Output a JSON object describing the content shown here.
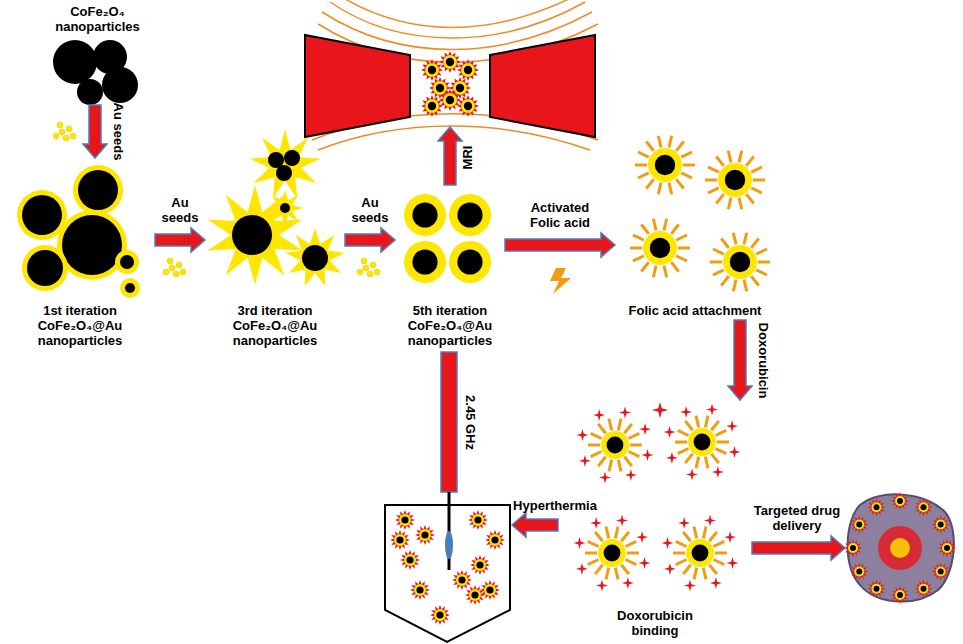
{
  "diagram": {
    "nodes": [
      {
        "text": [
          "CoFe₂O₄ nanoparticles"
        ]
      },
      {
        "text": [
          "1st iteration CoFe₂O₄@Au nanoparticles"
        ]
      },
      {
        "text": [
          "3rd iteration CoFe₂O₄@Au nanoparticles"
        ]
      },
      {
        "text": [
          "5th iteration CoFe₂O₄@Au nanoparticles"
        ]
      },
      {
        "text": [
          "Folic acid attachment"
        ]
      },
      {
        "text": [
          "Doxorubicin binding"
        ]
      }
    ],
    "edges": [
      {
        "from": 0,
        "to": 1,
        "arrow": "to",
        "label": "Au seeds"
      },
      {
        "from": 1,
        "to": 2,
        "arrow": "to",
        "label": "Au seeds"
      },
      {
        "from": 2,
        "to": 3,
        "arrow": "to",
        "label": "Au seeds"
      },
      {
        "from": 3,
        "to": 4,
        "arrow": "to",
        "label": "Activated Folic acid"
      },
      {
        "from": 4,
        "to": 5,
        "arrow": "to",
        "label": "Doxorubicin"
      }
    ],
    "labels": [
      "MRI",
      "2.45 GHz",
      "Hyperthermia",
      "Targeted drug delivery"
    ]
  }
}
